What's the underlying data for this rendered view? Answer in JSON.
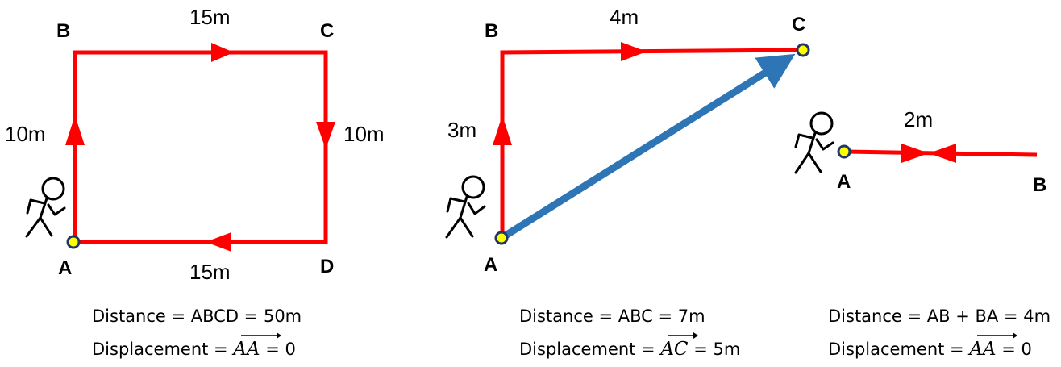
{
  "colors": {
    "path": "#ff0000",
    "displacement": "#2e75b6",
    "point_fill": "#ffff00",
    "point_stroke": "#1f3864"
  },
  "icons": [
    "stick-figure-walker",
    "start-point-marker",
    "direction-arrowhead"
  ],
  "diagram1": {
    "points": {
      "A": "A",
      "B": "B",
      "C": "C",
      "D": "D"
    },
    "lengths": {
      "ab": "10m",
      "bc": "15m",
      "cd": "10m",
      "da": "15m"
    },
    "distance": {
      "label": "Distance = ABCD = 50m"
    },
    "displacement": {
      "prefix": "Displacement = ",
      "vector": "AA",
      "suffix": " = 0"
    }
  },
  "diagram2": {
    "points": {
      "A": "A",
      "B": "B",
      "C": "C"
    },
    "lengths": {
      "ab": "3m",
      "bc": "4m"
    },
    "distance": {
      "label": "Distance = ABC = 7m"
    },
    "displacement": {
      "prefix": "Displacement = ",
      "vector": "AC",
      "suffix": " = 5m"
    }
  },
  "diagram3": {
    "points": {
      "A": "A",
      "B": "B"
    },
    "lengths": {
      "ab": "2m"
    },
    "distance": {
      "label": "Distance = AB + BA = 4m"
    },
    "displacement": {
      "prefix": "Displacement = ",
      "vector": "AA",
      "suffix": " = 0"
    }
  }
}
